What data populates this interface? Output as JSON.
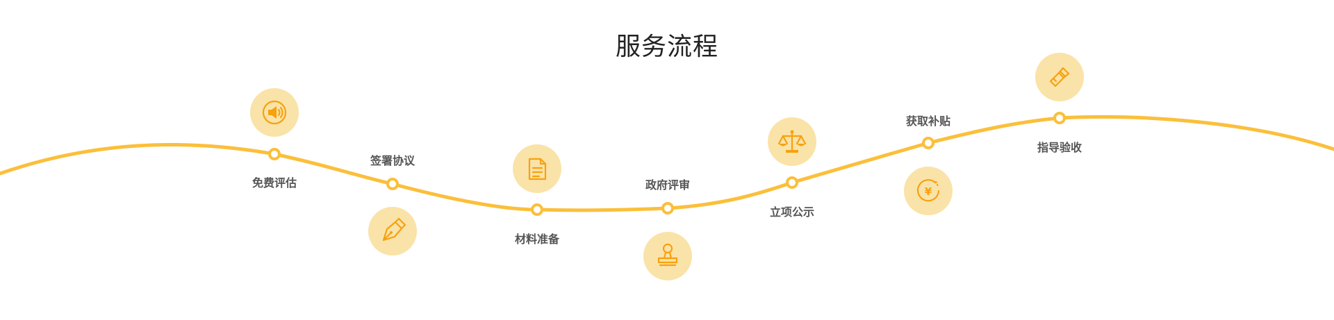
{
  "title": "服务流程",
  "accent_color": "#fbbf3a",
  "icon_bg_color": "#fae3a8",
  "icon_color": "#f7a10f",
  "steps": [
    {
      "label": "免费评估",
      "icon": "megaphone-icon"
    },
    {
      "label": "签署协议",
      "icon": "pen-nib-icon"
    },
    {
      "label": "材料准备",
      "icon": "document-icon"
    },
    {
      "label": "政府评审",
      "icon": "stamp-icon"
    },
    {
      "label": "立项公示",
      "icon": "scale-icon"
    },
    {
      "label": "获取补贴",
      "icon": "yen-coin-icon"
    },
    {
      "label": "指导验收",
      "icon": "flashlight-icon"
    }
  ],
  "yen_symbol": "¥"
}
